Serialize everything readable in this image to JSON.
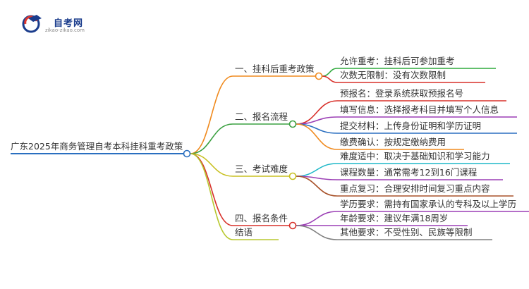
{
  "logo": {
    "name": "自考网",
    "domain": "zikao-zikao.com",
    "icon": "graduation-cap-icon",
    "colors": {
      "primary": "#1a3c8c",
      "accent": "#e0362c"
    }
  },
  "mindmap": {
    "root": "广东2025年商务管理自考本科挂科重考政策",
    "root_color": "#2a6fc0",
    "branches": [
      {
        "label": "一、挂科后重考政策",
        "color": "#f08a1e",
        "children": [
          {
            "label": "允许重考：挂科后可参加重考",
            "color": "#2eaa3c"
          },
          {
            "label": "次数无限制：没有次数限制",
            "color": "#d8302a"
          }
        ]
      },
      {
        "label": "二、报名流程",
        "color": "#3aa040",
        "children": [
          {
            "label": "预报名：登录系统获取预报名号",
            "color": "#d8302a"
          },
          {
            "label": "填写信息：选择报考科目并填写个人信息",
            "color": "#9b3fb5"
          },
          {
            "label": "提交材料：上传身份证明和学历证明",
            "color": "#2a6fc0"
          },
          {
            "label": "缴费确认：按规定缴纳费用",
            "color": "#f08a1e"
          }
        ]
      },
      {
        "label": "三、考试难度",
        "color": "#c8c020",
        "children": [
          {
            "label": "难度适中：取决于基础知识和学习能力",
            "color": "#1fb8c8"
          },
          {
            "label": "课程数量：通常需考12到16门课程",
            "color": "#9b3fb5"
          },
          {
            "label": "重点复习：合理安排时间复习重点内容",
            "color": "#a8522a"
          }
        ]
      },
      {
        "label": "四、报名条件",
        "color": "#d8302a",
        "children": [
          {
            "label": "学历要求：需持有国家承认的专科及以上学历",
            "color": "#9b3fb5"
          },
          {
            "label": "年龄要求：建议年满18周岁",
            "color": "#9b3fb5"
          },
          {
            "label": "其他要求：不受性别、民族等限制",
            "color": "#808080"
          }
        ]
      },
      {
        "label": "结语",
        "color": "#b8c830",
        "children": []
      }
    ]
  }
}
